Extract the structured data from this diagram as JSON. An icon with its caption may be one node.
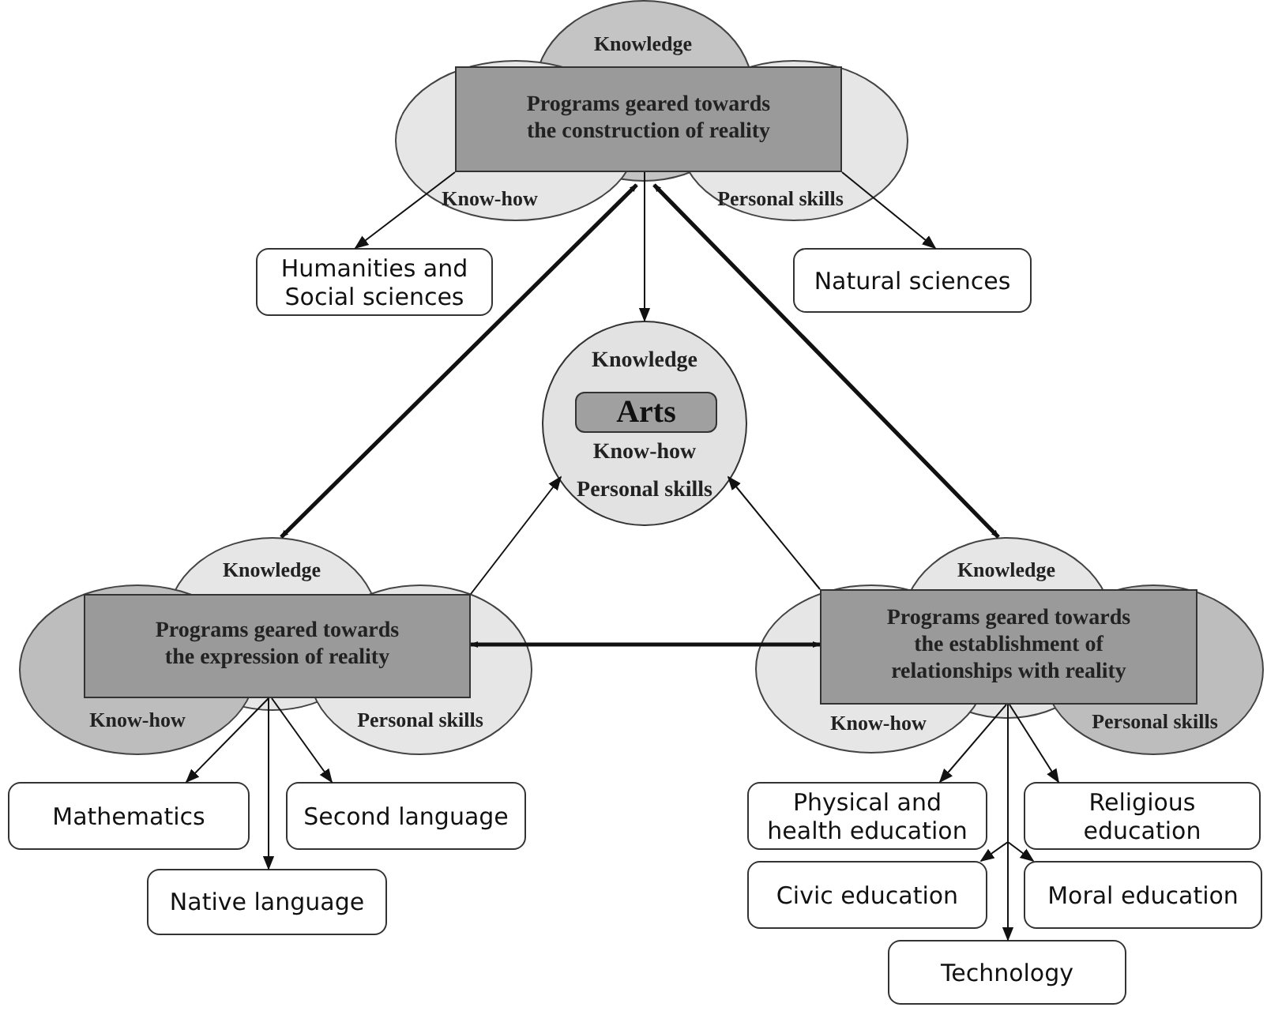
{
  "diagram": {
    "nodes": [
      {
        "text": [
          "Knowledge",
          "Know-how",
          "Personal skills"
        ]
      },
      {
        "text": [
          "Programs geared towards the construction of reality"
        ],
        "in": 0
      },
      {
        "text": [
          "Humanities and Social sciences"
        ]
      },
      {
        "text": [
          "Natural sciences"
        ]
      },
      {
        "text": [
          "Knowledge",
          "Know-how",
          "Personal skills"
        ]
      },
      {
        "text": [
          "Arts"
        ],
        "in": 4
      },
      {
        "text": [
          "Knowledge",
          "Know-how",
          "Personal skills"
        ]
      },
      {
        "text": [
          "Programs geared towards the expression of reality"
        ],
        "in": 6
      },
      {
        "text": [
          "Knowledge",
          "Know-how",
          "Personal skills"
        ]
      },
      {
        "text": [
          "Programs geared towards the establishment of relationships with reality"
        ],
        "in": 8
      },
      {
        "text": [
          "Mathematics"
        ]
      },
      {
        "text": [
          "Second language"
        ]
      },
      {
        "text": [
          "Native language"
        ]
      },
      {
        "text": [
          "Physical and health education"
        ]
      },
      {
        "text": [
          "Religious education"
        ]
      },
      {
        "text": [
          "Civic education"
        ]
      },
      {
        "text": [
          "Moral education"
        ]
      },
      {
        "text": [
          "Technology"
        ]
      }
    ],
    "edges": [
      {
        "from": 1,
        "to": 2,
        "arrow": "to"
      },
      {
        "from": 1,
        "to": 3,
        "arrow": "to"
      },
      {
        "from": 1,
        "to": 4,
        "arrow": "to"
      },
      {
        "from": 0,
        "to": 6,
        "arrow": "both",
        "style": "thick"
      },
      {
        "from": 0,
        "to": 8,
        "arrow": "both",
        "style": "thick"
      },
      {
        "from": 7,
        "to": 4,
        "arrow": "to"
      },
      {
        "from": 9,
        "to": 4,
        "arrow": "to"
      },
      {
        "from": 7,
        "to": 9,
        "arrow": "both",
        "style": "thick"
      },
      {
        "from": 7,
        "to": 10,
        "arrow": "to"
      },
      {
        "from": 7,
        "to": 11,
        "arrow": "to"
      },
      {
        "from": 7,
        "to": 12,
        "arrow": "to"
      },
      {
        "from": 9,
        "to": 13,
        "arrow": "to"
      },
      {
        "from": 9,
        "to": 14,
        "arrow": "to"
      },
      {
        "from": 9,
        "to": 15,
        "arrow": "to"
      },
      {
        "from": 9,
        "to": 16,
        "arrow": "to"
      },
      {
        "from": 9,
        "to": 17,
        "arrow": "to"
      }
    ]
  }
}
